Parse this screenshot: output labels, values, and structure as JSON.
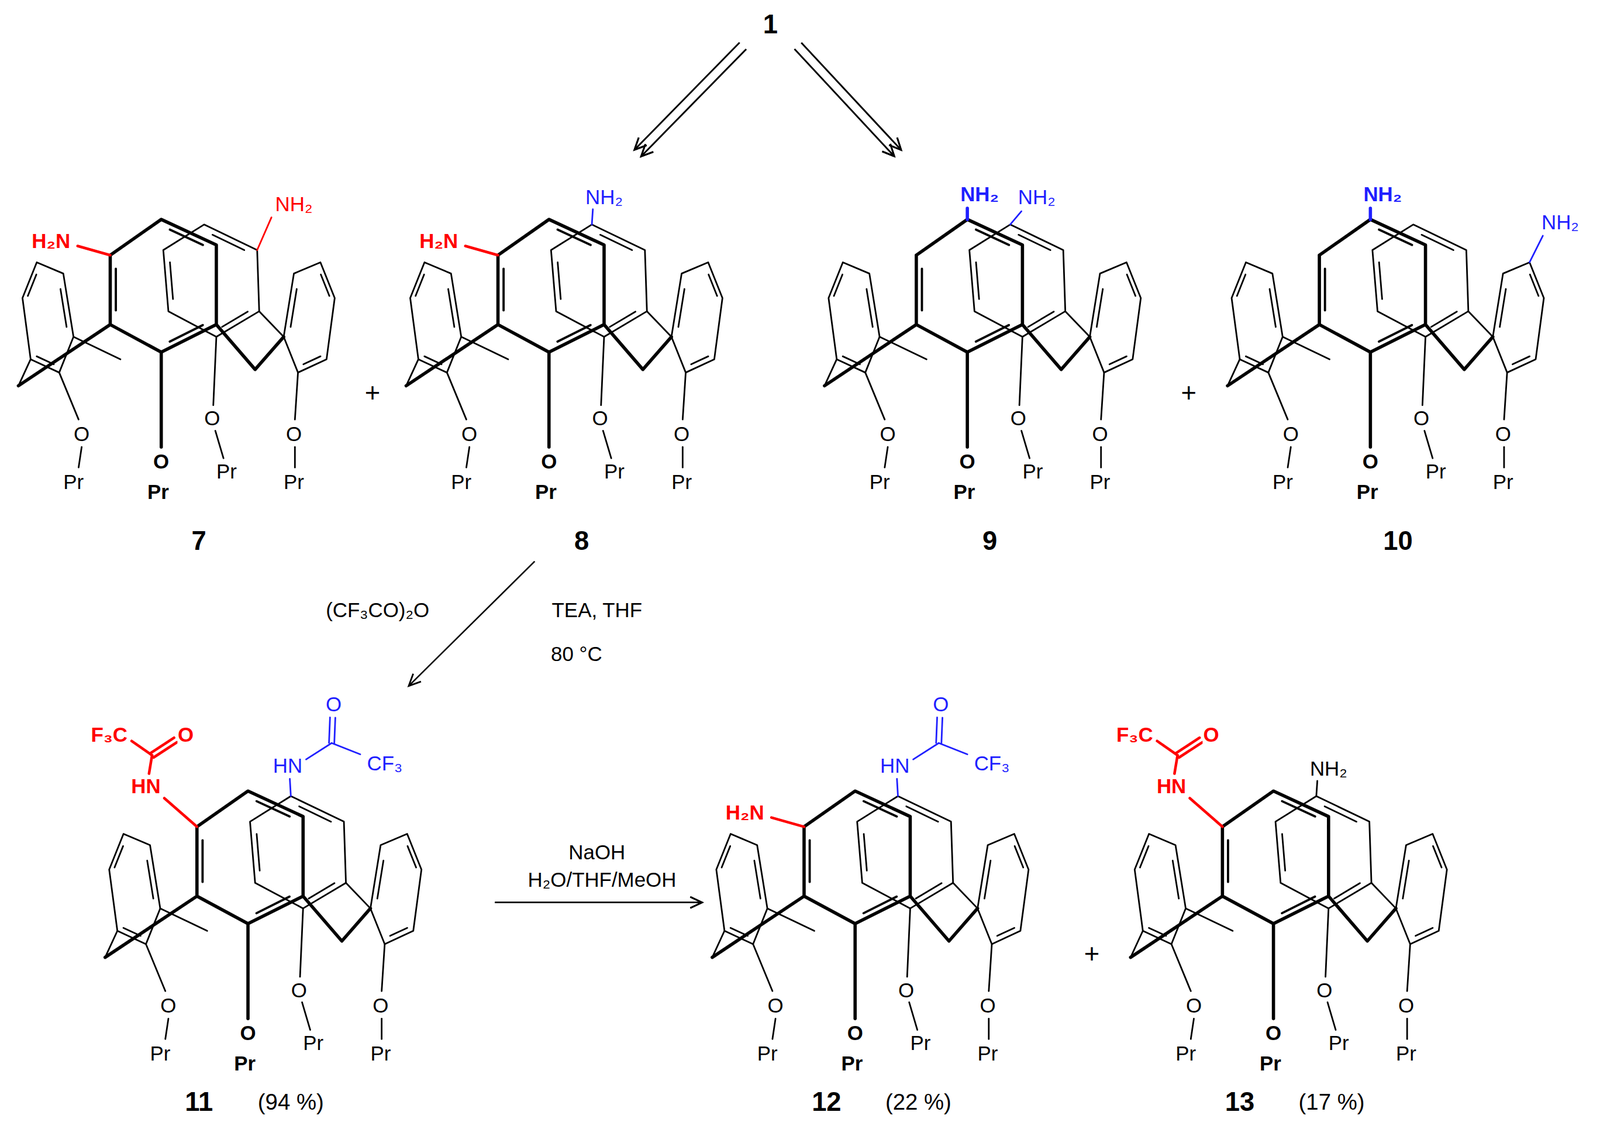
{
  "diagram": {
    "nodes": [
      {
        "text": [
          "1"
        ]
      },
      {
        "text": [
          "H₂N",
          "NH₂",
          "O",
          "Pr",
          "O",
          "Pr",
          "O",
          "Pr",
          "O",
          "Pr",
          "7"
        ]
      },
      {
        "text": [
          "H₂N",
          "NH₂",
          "O",
          "Pr",
          "O",
          "Pr",
          "O",
          "Pr",
          "O",
          "Pr",
          "8"
        ]
      },
      {
        "text": [
          "NH₂",
          "NH₂",
          "O",
          "Pr",
          "O",
          "Pr",
          "O",
          "Pr",
          "O",
          "Pr",
          "9"
        ]
      },
      {
        "text": [
          "NH₂",
          "NH₂",
          "O",
          "Pr",
          "O",
          "Pr",
          "O",
          "Pr",
          "O",
          "Pr",
          "10"
        ]
      },
      {
        "text": [
          "F₃C",
          "O",
          "HN",
          "O",
          "HN",
          "CF₃",
          "O",
          "Pr",
          "O",
          "Pr",
          "O",
          "Pr",
          "O",
          "Pr",
          "11",
          "(94 %)"
        ]
      },
      {
        "text": [
          "H₂N",
          "O",
          "HN",
          "CF₃",
          "O",
          "Pr",
          "O",
          "Pr",
          "O",
          "Pr",
          "O",
          "Pr",
          "12",
          "(22 %)"
        ]
      },
      {
        "text": [
          "F₃C",
          "O",
          "HN",
          "NH₂",
          "O",
          "Pr",
          "O",
          "Pr",
          "O",
          "Pr",
          "O",
          "Pr",
          "13",
          "(17 %)"
        ]
      }
    ],
    "edges": [
      {
        "from": 0,
        "to": 1,
        "arrow": "to"
      },
      {
        "from": 0,
        "to": 2,
        "arrow": "to"
      },
      {
        "from": 0,
        "to": 3,
        "arrow": "to"
      },
      {
        "from": 0,
        "to": 4,
        "arrow": "to"
      },
      {
        "from": 2,
        "to": 5,
        "arrow": "to"
      },
      {
        "from": 5,
        "to": 6,
        "arrow": "to"
      },
      {
        "from": 5,
        "to": 7,
        "arrow": "to"
      }
    ],
    "labels": [
      "+",
      "+",
      "(CF₃CO)₂O",
      "TEA, THF",
      "80 °C",
      "NaOH",
      "H₂O/THF/MeOH",
      "+"
    ]
  }
}
